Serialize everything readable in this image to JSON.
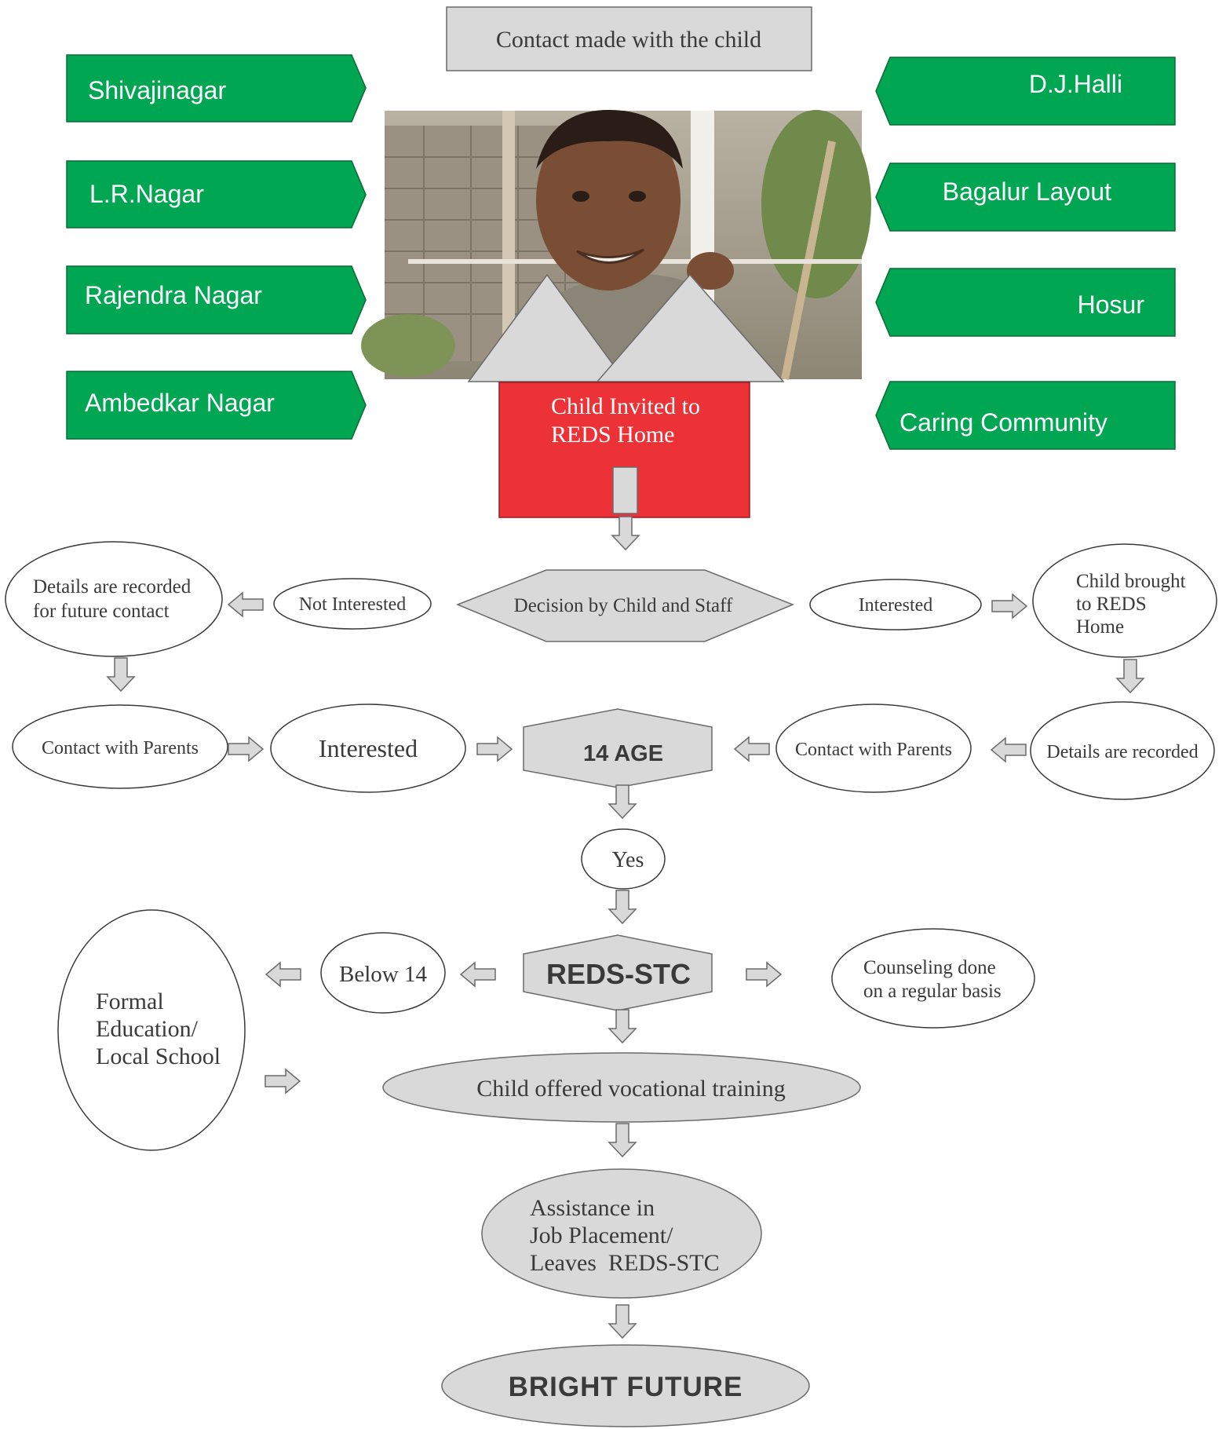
{
  "top_box": "Contact made with the child",
  "left_tags": [
    "Shivajinagar",
    "L.R.Nagar",
    "Rajendra Nagar",
    "Ambedkar Nagar"
  ],
  "right_tags": [
    "D.J.Halli",
    "Bagalur Layout",
    "Hosur",
    "Caring Community"
  ],
  "home": {
    "line1": "Child Invited to",
    "line2": "REDS Home"
  },
  "decision": "Decision by Child and Staff",
  "not_interested": "Not Interested",
  "interested_top": "Interested",
  "details_future": {
    "line1": "Details are recorded",
    "line2": "for future contact"
  },
  "child_brought": {
    "line1": "Child brought",
    "line2": "to REDS",
    "line3": "Home"
  },
  "contact_parents_left": "Contact with Parents",
  "interested_mid": "Interested",
  "age_box": "14 AGE",
  "contact_parents_right": "Contact with Parents",
  "details_recorded": "Details are recorded",
  "yes": "Yes",
  "below14": "Below 14",
  "reds_stc": "REDS-STC",
  "counseling": {
    "line1": "Counseling done",
    "line2": "on a regular basis"
  },
  "formal_education": {
    "line1": "Formal",
    "line2": "Education/",
    "line3": "Local School"
  },
  "vocational": "Child offered vocational training",
  "assistance": {
    "line1": "Assistance in",
    "line2": "Job Placement/",
    "line3": "Leaves  REDS-STC"
  },
  "bright_future": "BRIGHT FUTURE",
  "colors": {
    "tag_green": "#00a651",
    "house_red": "#ed3237",
    "shape_grey": "#d9d9da"
  }
}
